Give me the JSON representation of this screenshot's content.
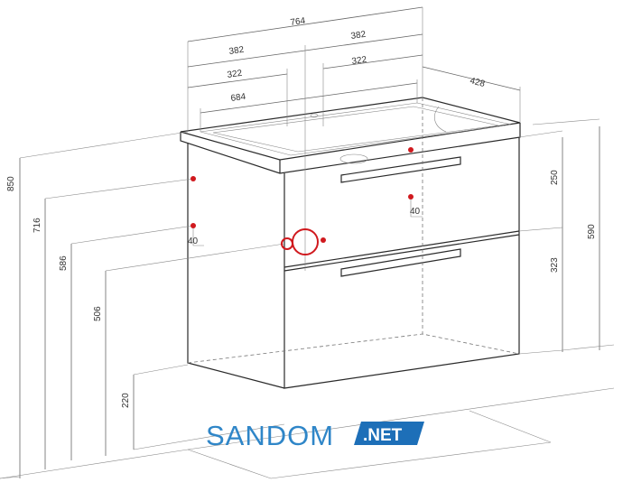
{
  "dimensions": {
    "total_width": "764",
    "half_left": "382",
    "half_right": "382",
    "offset_left": "322",
    "offset_right": "322",
    "basin_width": "684",
    "depth": "428",
    "total_height": "850",
    "height_716": "716",
    "height_586": "586",
    "height_506": "506",
    "leg_height": "220",
    "drawer_top": "250",
    "drawer_bottom": "323",
    "cabinet_height": "590",
    "hole_offset_left": "40",
    "hole_offset_right": "40"
  },
  "watermark": {
    "brand": "SANDOM",
    "suffix": ".NET"
  },
  "colors": {
    "marker": "#d0191e",
    "brand_blue": "#2f86c8",
    "badge_blue": "#1d6fb8"
  }
}
